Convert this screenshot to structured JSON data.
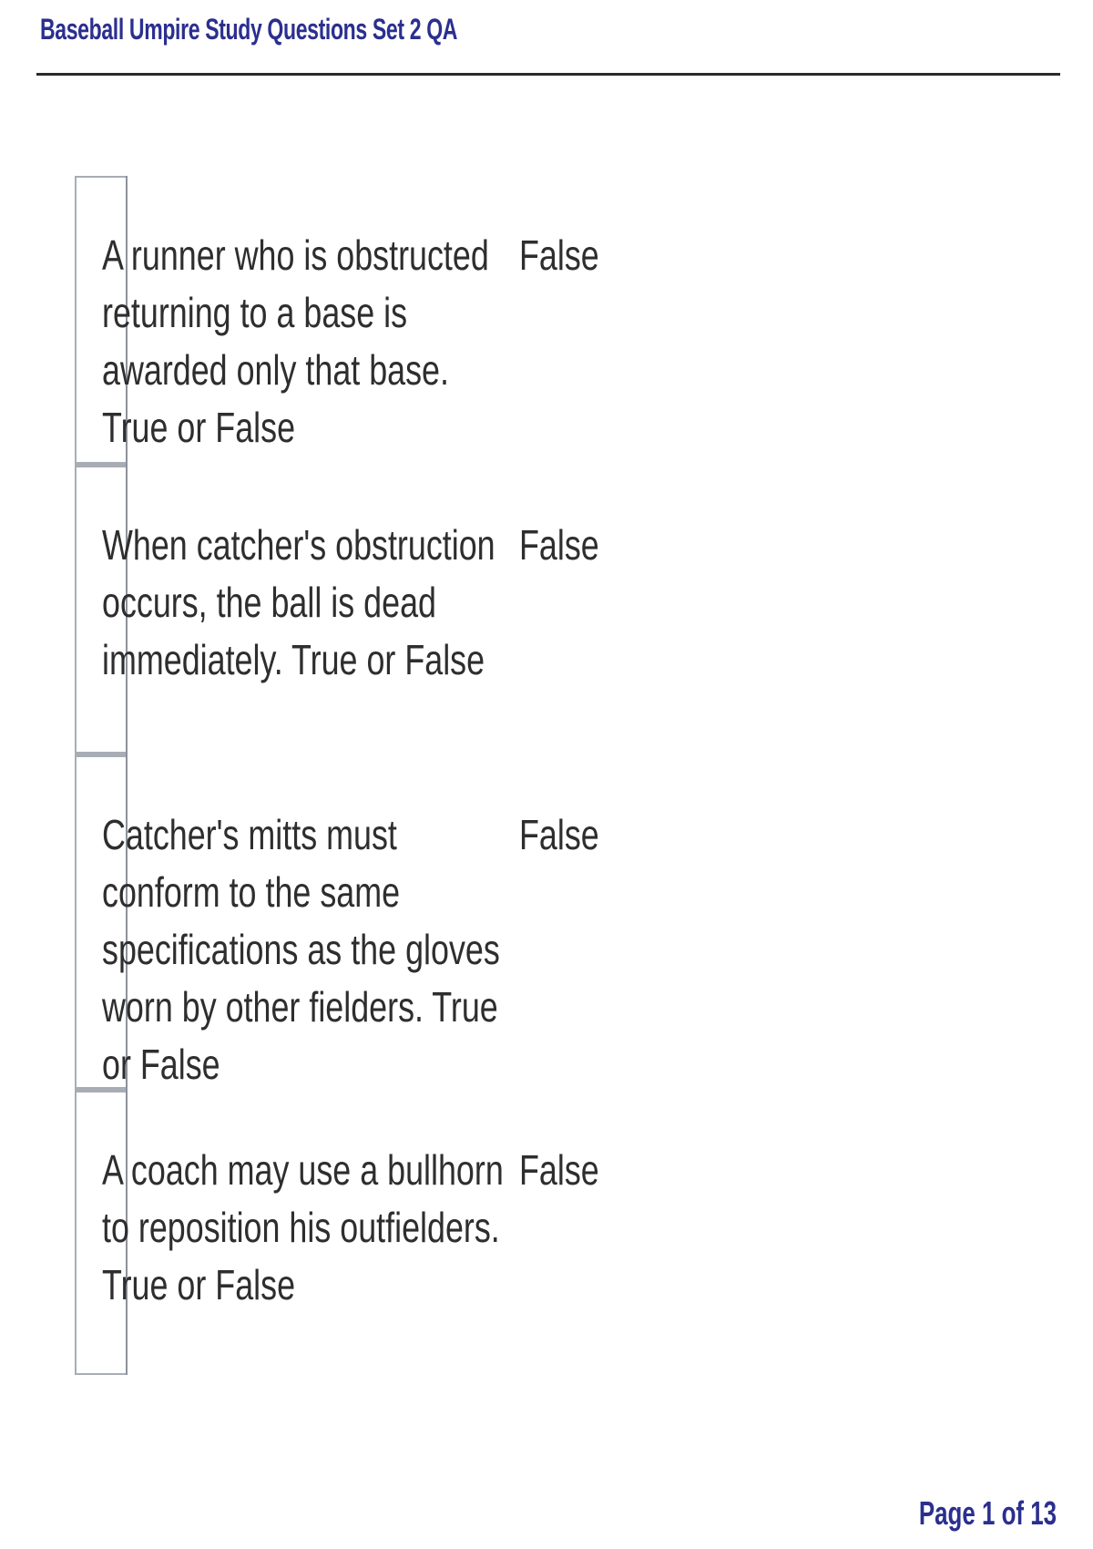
{
  "header": {
    "title": "Baseball Umpire Study Questions Set 2 QA"
  },
  "qa_items": [
    {
      "question": "A runner who is obstructed returning to a base is awarded only that base. True or False",
      "answer": "False"
    },
    {
      "question": "When catcher's obstruction occurs, the ball is dead immediately. True or False",
      "answer": "False"
    },
    {
      "question": "Catcher's mitts must conform to the same specifications as the gloves worn by other fielders. True or False",
      "answer": "False"
    },
    {
      "question": "A coach may use a bullhorn to reposition his outfielders. True or False",
      "answer": "False"
    }
  ],
  "footer": {
    "page_label": "Page 1 of 13"
  }
}
